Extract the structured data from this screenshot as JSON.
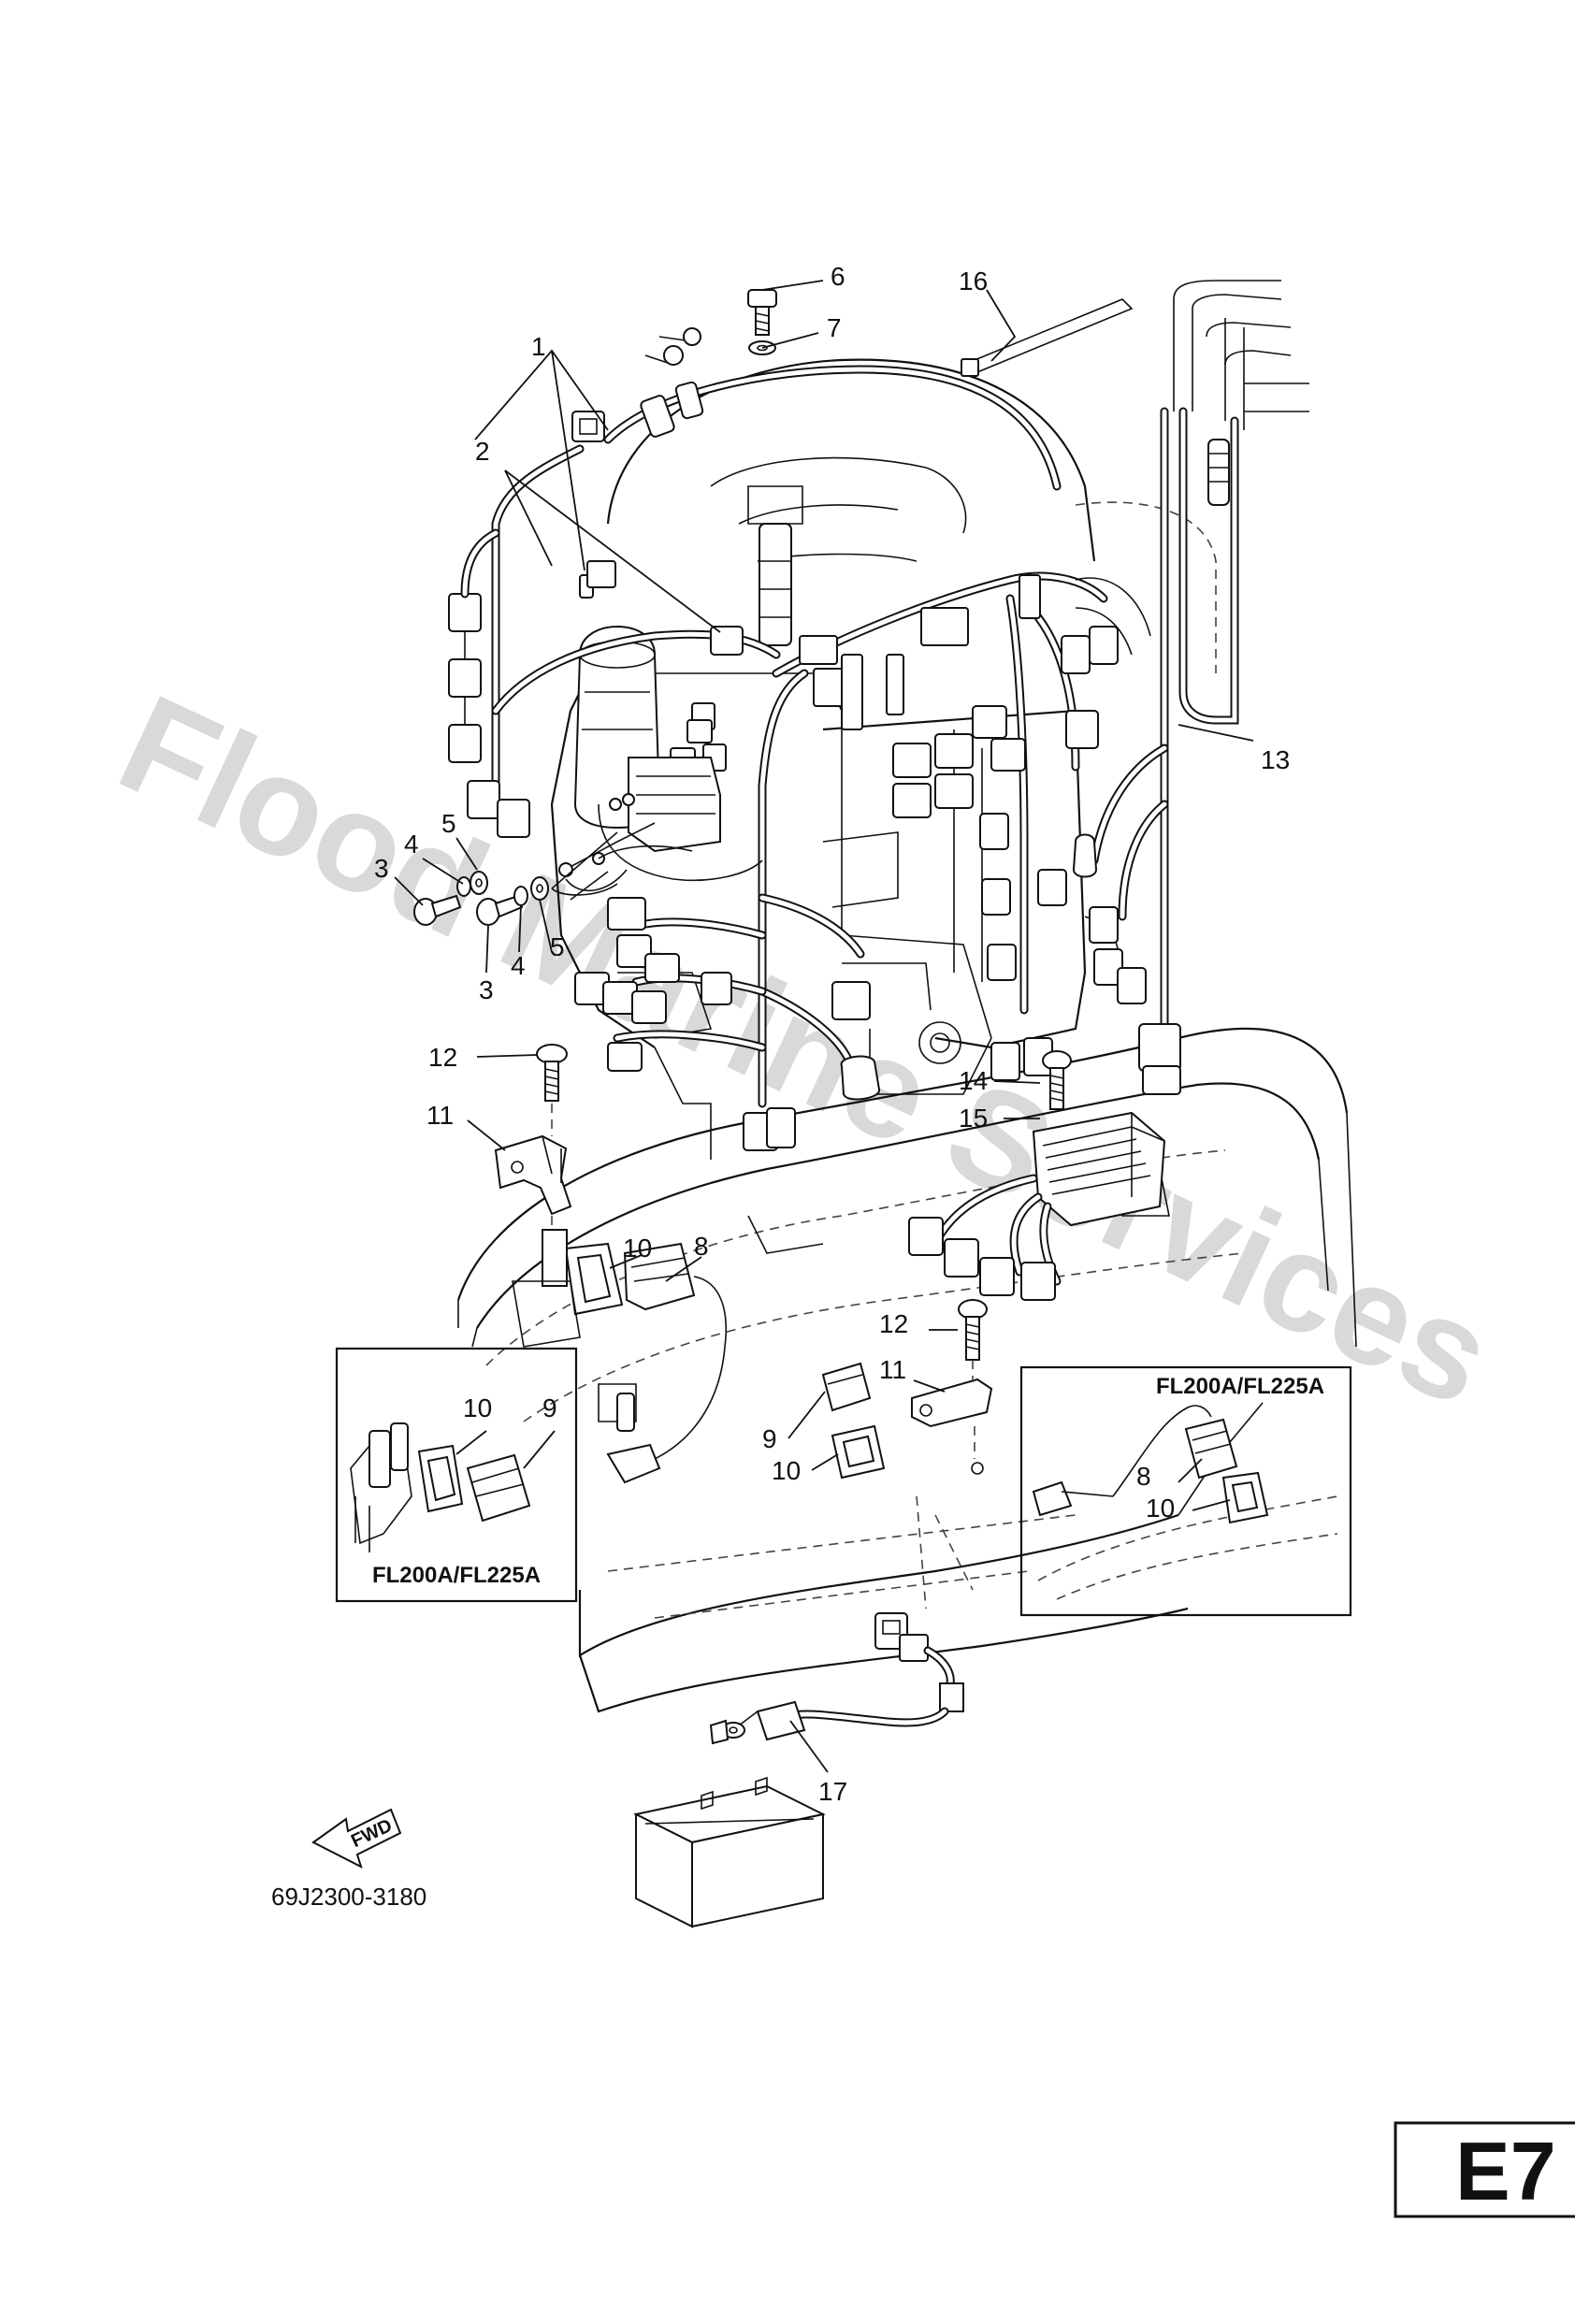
{
  "watermark": "Flood Marine Services",
  "drawing_code": "69J2300-3180",
  "page_tag": "E7",
  "forward_marker": "FWD",
  "insets": [
    {
      "caption": "FL200A/FL225A"
    },
    {
      "caption": "FL200A/FL225A"
    }
  ],
  "callouts": [
    "1",
    "2",
    "3",
    "4",
    "5",
    "3",
    "4",
    "5",
    "6",
    "7",
    "8",
    "8",
    "9",
    "9",
    "10",
    "10",
    "10",
    "10",
    "11",
    "11",
    "12",
    "12",
    "13",
    "14",
    "15",
    "16",
    "17"
  ]
}
